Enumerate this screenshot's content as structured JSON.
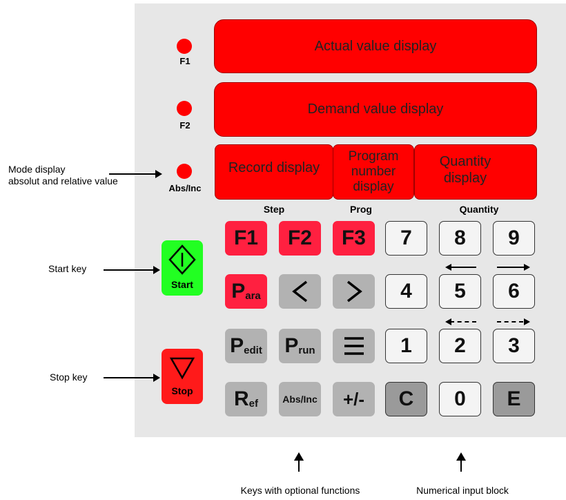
{
  "displays": {
    "actual": "Actual value display",
    "demand": "Demand value display",
    "record": "Record display",
    "program_line1": "Program",
    "program_line2": "number",
    "program_line3": "display",
    "quantity_line1": "Quantity",
    "quantity_line2": "display"
  },
  "leds": {
    "f1": "F1",
    "f2": "F2",
    "absinc": "Abs/Inc"
  },
  "headers": {
    "step": "Step",
    "prog": "Prog",
    "quantity": "Quantity"
  },
  "keys": {
    "f1": "F1",
    "f2": "F2",
    "f3": "F3",
    "para_main": "P",
    "para_sub": "ara",
    "less": "<",
    "greater": ">",
    "pedit_main": "P",
    "pedit_sub": "edit",
    "prun_main": "P",
    "prun_sub": "run",
    "menu": "☰",
    "ref_main": "R",
    "ref_sub": "ef",
    "absinc": "Abs/Inc",
    "plusminus": "+/-",
    "n7": "7",
    "n8": "8",
    "n9": "9",
    "n4": "4",
    "n5": "5",
    "n6": "6",
    "n1": "1",
    "n2": "2",
    "n3": "3",
    "c": "C",
    "n0": "0",
    "e": "E",
    "start": "Start",
    "stop": "Stop"
  },
  "annotations": {
    "mode_line1": "Mode display",
    "mode_line2": "absolut and relative value",
    "start_key": "Start key",
    "stop_key": "Stop key",
    "optional": "Keys with optional functions",
    "numerical": "Numerical input block"
  },
  "colors": {
    "panel": "#e7e7e7",
    "display_red": "#ff0000",
    "key_red": "#ff2040",
    "start_green": "#22ff22"
  }
}
